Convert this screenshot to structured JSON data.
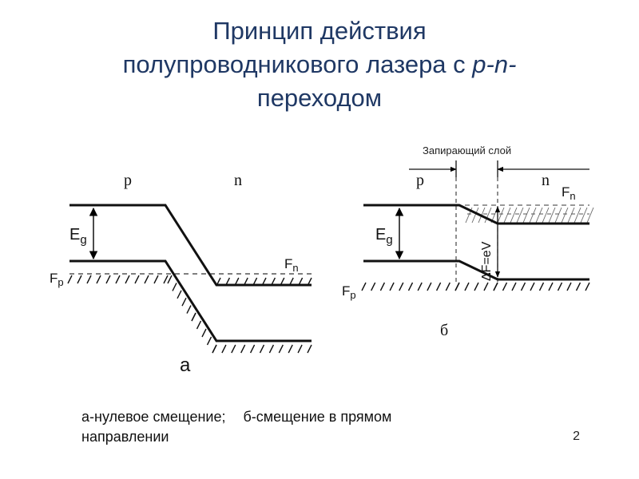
{
  "slide": {
    "title_line1": "Принцип действия",
    "title_line2_prefix": "полупроводникового лазера с ",
    "title_line2_italic": "p-n-",
    "title_line3": "переходом",
    "page_number": "2"
  },
  "diagram_a": {
    "label_p": "p",
    "label_n": "n",
    "label_Eg_main": "E",
    "label_Eg_sub": "g",
    "label_Fn_main": "F",
    "label_Fn_sub": "n",
    "label_Fp_main": "F",
    "label_Fp_sub": "p",
    "label_a": "а"
  },
  "diagram_b": {
    "label_barrier": "Запирающий слой",
    "label_p": "p",
    "label_n": "n",
    "label_Eg_main": "E",
    "label_Eg_sub": "g",
    "label_Fn_main": "F",
    "label_Fn_sub": "n",
    "label_Fp_main": "F",
    "label_Fp_sub": "p",
    "label_dF": "ΔF=eV",
    "label_b": "б"
  },
  "caption": {
    "part_a": "а-нулевое смещение;",
    "part_b": "б-смещение в прямом",
    "line2": "направлении"
  }
}
